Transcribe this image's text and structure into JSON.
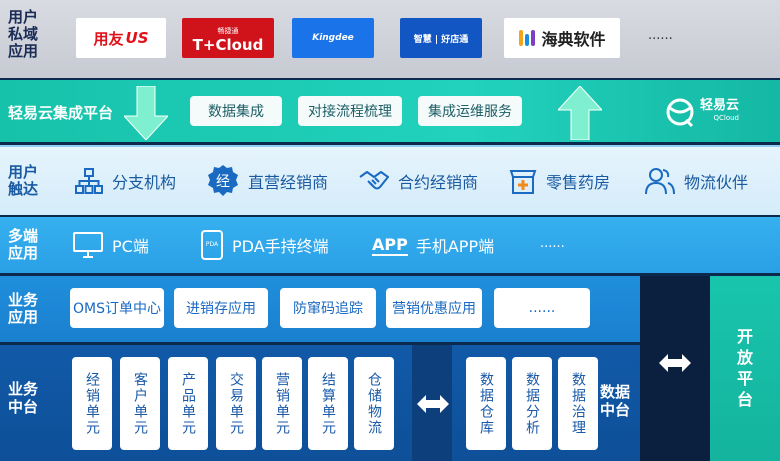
{
  "rows": {
    "private": {
      "label": [
        "用户",
        "私域",
        "应用"
      ]
    },
    "platform": {
      "label": "轻易云集成平台"
    },
    "reach": {
      "label": [
        "用户",
        "触达"
      ]
    },
    "multi": {
      "label": [
        "多端",
        "应用"
      ]
    },
    "bizapp": {
      "label": [
        "业务",
        "应用"
      ]
    },
    "bizcenter": {
      "label": [
        "业务",
        "中台"
      ]
    },
    "datacenter": {
      "label": [
        "数据",
        "中台"
      ]
    },
    "open": {
      "label": [
        "开",
        "放",
        "平",
        "台"
      ]
    }
  },
  "logos": [
    {
      "name": "用友",
      "text": "用友",
      "suffix": "US"
    },
    {
      "name": "T+Cloud",
      "top_text": "畅捷通",
      "text": "T+Cloud"
    },
    {
      "name": "Kingdee",
      "text": "Kingdee"
    },
    {
      "name": "智慧好店通",
      "text": "智慧 | 好店通"
    },
    {
      "name": "海典软件",
      "text": "海典软件"
    }
  ],
  "logos_more": "......",
  "platform_pills": [
    "数据集成",
    "对接流程梳理",
    "集成运维服务"
  ],
  "qcloud": {
    "name": "轻易云",
    "sub": "QCloud"
  },
  "reach_items": [
    {
      "icon": "org-chart-icon",
      "label": "分支机构"
    },
    {
      "icon": "jing-badge-icon",
      "label": "直营经销商"
    },
    {
      "icon": "handshake-icon",
      "label": "合约经销商"
    },
    {
      "icon": "pharmacy-icon",
      "label": "零售药房"
    },
    {
      "icon": "people-icon",
      "label": "物流伙伴"
    }
  ],
  "multi_items": [
    {
      "icon": "monitor-icon",
      "label": "PC端",
      "icon_text": ""
    },
    {
      "icon": "pda-icon",
      "label": "PDA手持终端",
      "icon_text": "PDA"
    },
    {
      "icon": "app-icon",
      "label": "手机APP端",
      "icon_text": "APP"
    }
  ],
  "multi_more": "......",
  "biz_apps": [
    "OMS订单中心",
    "进销存应用",
    "防窜码追踪",
    "营销优惠应用",
    "......"
  ],
  "biz_center_units": [
    "经销单元",
    "客户单元",
    "产品单元",
    "交易单元",
    "营销单元",
    "结算单元",
    "仓储物流"
  ],
  "data_center_units": [
    "数据仓库",
    "数据分析",
    "数据治理"
  ],
  "colors": {
    "teal": "#1fcbb5",
    "light_blue": "#e6f4fc",
    "blue": "#2aa0e6",
    "mid_blue": "#1f8fdc",
    "deep_blue": "#115aa8",
    "dark": "#0b1f3e"
  }
}
